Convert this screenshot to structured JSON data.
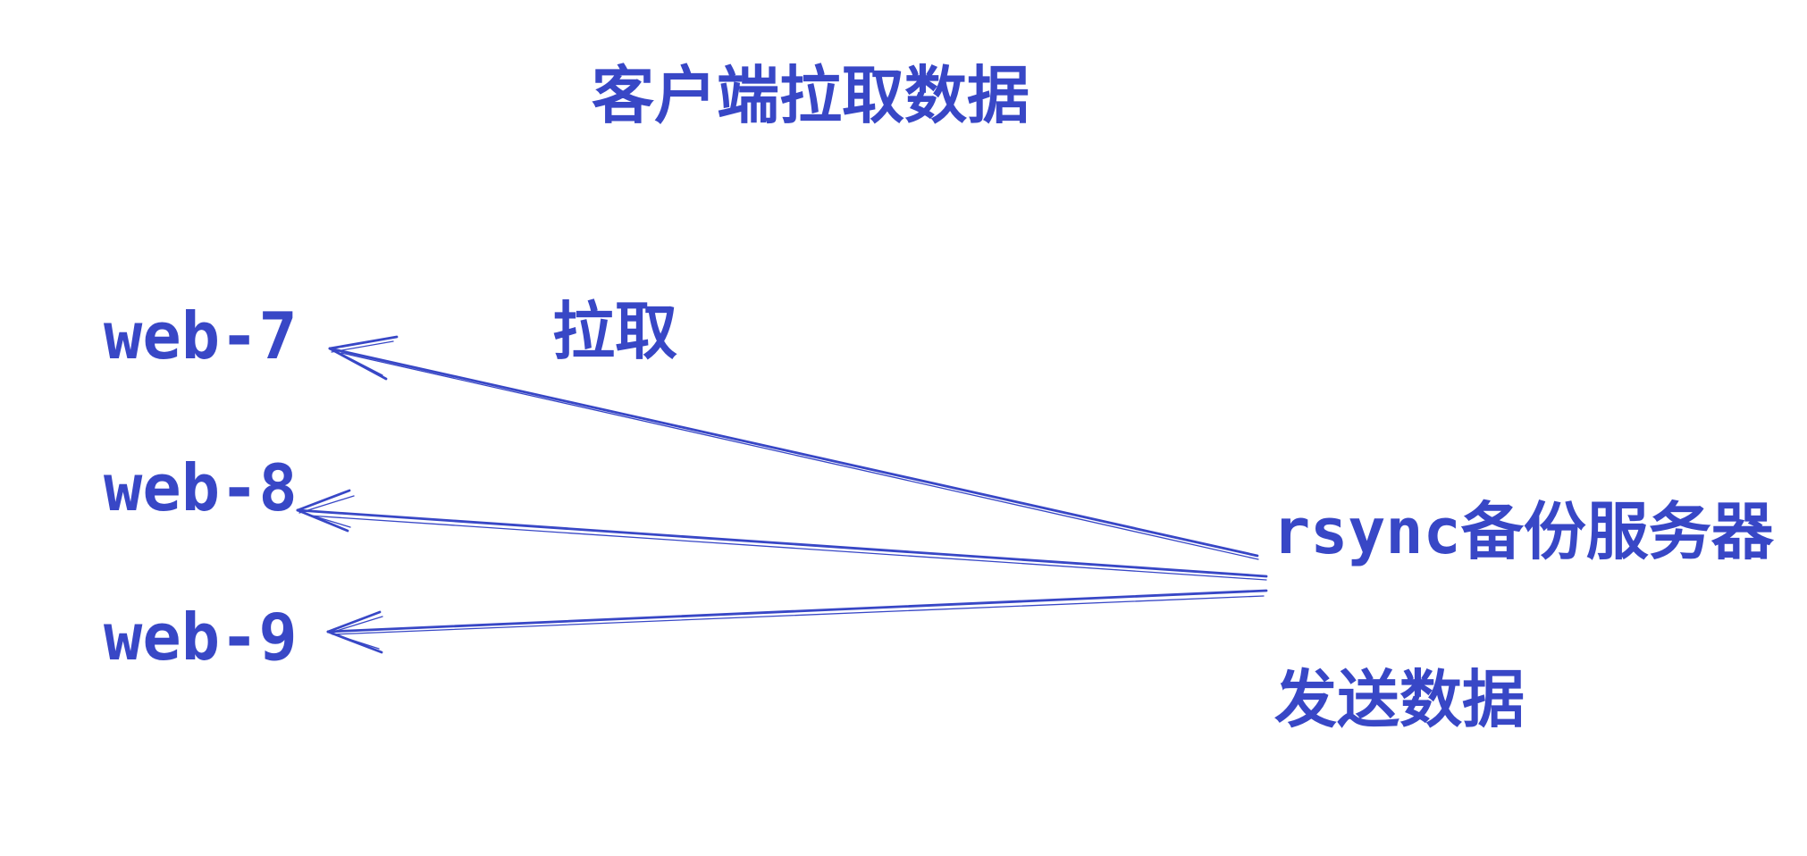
{
  "colors": {
    "ink": "#3847C6",
    "background": "#ffffff"
  },
  "title": {
    "text": "客户端拉取数据"
  },
  "clients": [
    {
      "label": "web-7"
    },
    {
      "label": "web-8"
    },
    {
      "label": "web-9"
    }
  ],
  "server": {
    "label": "rsync备份服务器"
  },
  "annotations": {
    "pull": "拉取",
    "send": "发送数据"
  },
  "connections": [
    {
      "from": "rsync备份服务器",
      "to": "web-7",
      "direction": "server-to-client"
    },
    {
      "from": "rsync备份服务器",
      "to": "web-8",
      "direction": "server-to-client"
    },
    {
      "from": "rsync备份服务器",
      "to": "web-9",
      "direction": "server-to-client"
    }
  ]
}
